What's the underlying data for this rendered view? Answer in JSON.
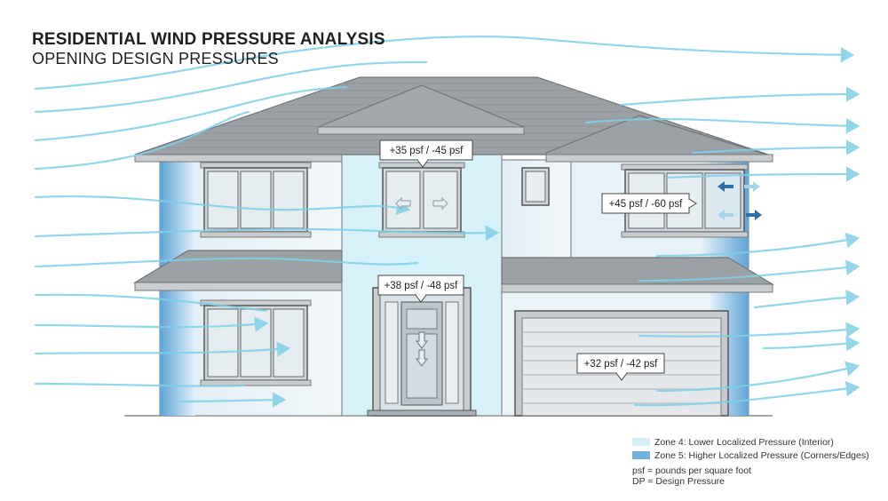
{
  "title": "RESIDENTIAL WIND PRESSURE ANALYSIS",
  "subtitle": "OPENING DESIGN PRESSURES",
  "callouts": {
    "upper_center_window": "+35 psf / -45 psf",
    "upper_right_window": "+45 psf / -60 psf",
    "front_door": "+38 psf / -48 psf",
    "garage_door": "+32 psf / -42 psf"
  },
  "legend": {
    "zone4": "Zone 4: Lower Localized Pressure (Interior)",
    "zone5": "Zone 5: Higher Localized Pressure (Corners/Edges)",
    "note1": "psf = pounds per square foot",
    "note2": "DP = Design Pressure"
  },
  "colors": {
    "zone4": "#d7f0f8",
    "zone5": "#6fb0de",
    "wind": "#7fd0e8",
    "roof": "#9aa0a4",
    "arrow_dark": "#2f6fa6"
  }
}
